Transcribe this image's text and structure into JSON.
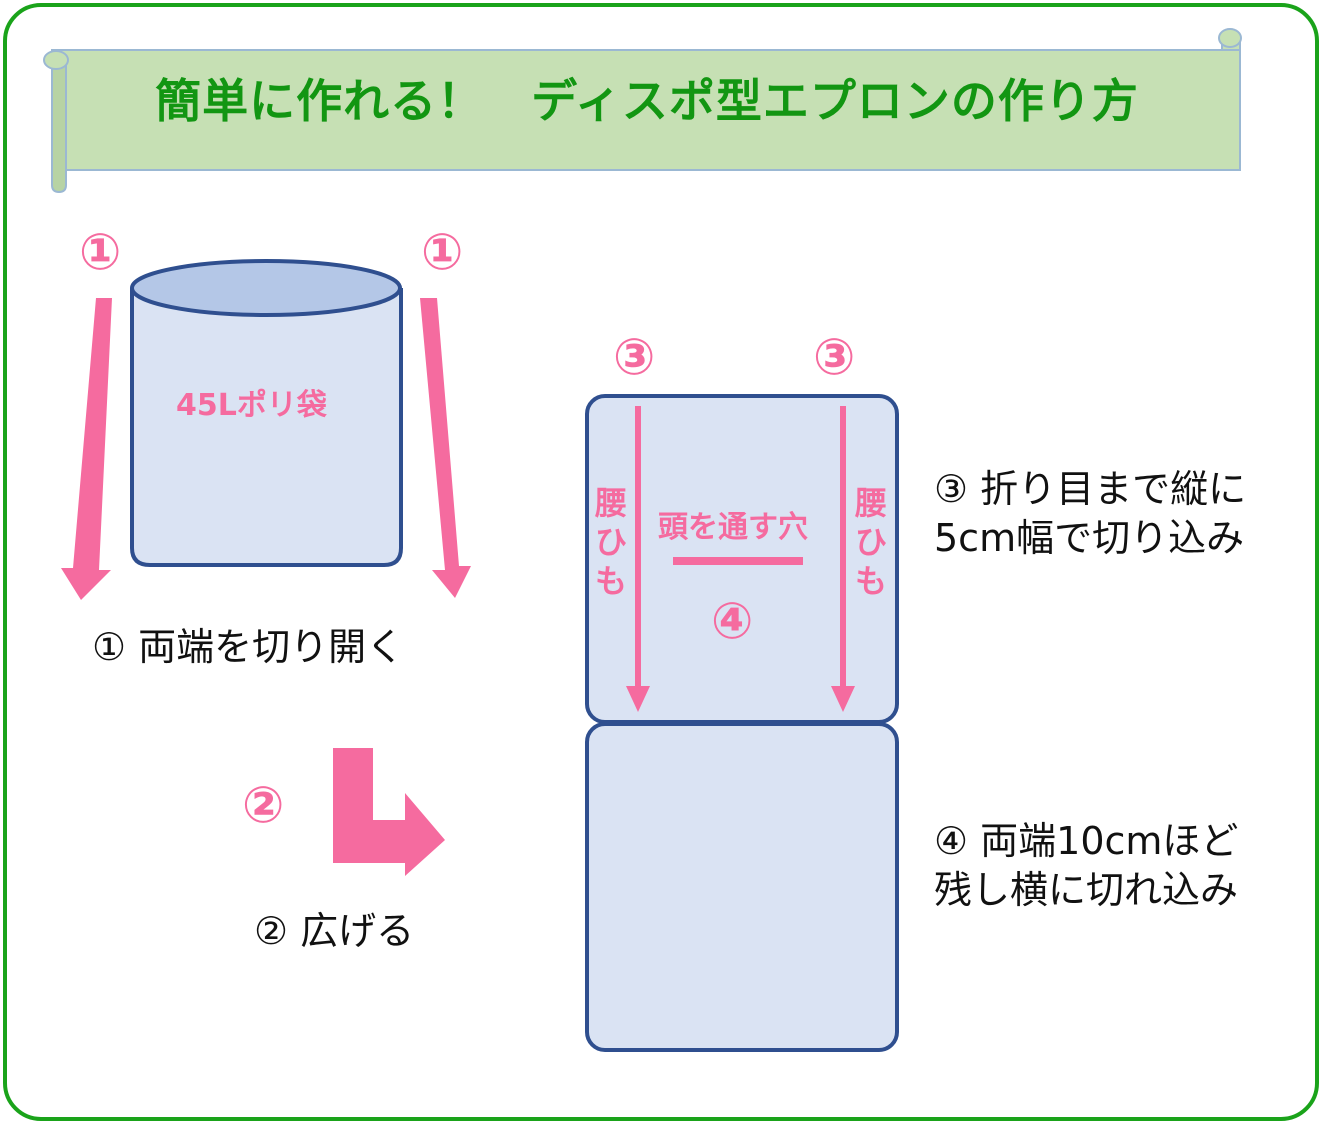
{
  "title": "簡単に作れる！　ディスポ型エプロンの作り方",
  "step_markers": {
    "one": "①",
    "two": "②",
    "three": "③",
    "four": "④"
  },
  "bag_label": "45Lポリ袋",
  "captions": {
    "step1": "① 両端を切り開く",
    "step2": "② 広げる",
    "step3_line1": "③ 折り目まで縦に",
    "step3_line2": "5cm幅で切り込み",
    "step4_line1": "④ 両端10cmほど",
    "step4_line2": "残し横に切れ込み"
  },
  "panel_labels": {
    "waist_strap": "腰ひも",
    "head_hole": "頭を通す穴"
  },
  "colors": {
    "frame": "#1aa31a",
    "title_text": "#129612",
    "banner_fill": "#c6e0b4",
    "accent_pink": "#f56b9f",
    "panel_fill": "#dae3f3",
    "panel_stroke": "#2f4f8f",
    "bag_top": "#b4c7e7"
  }
}
